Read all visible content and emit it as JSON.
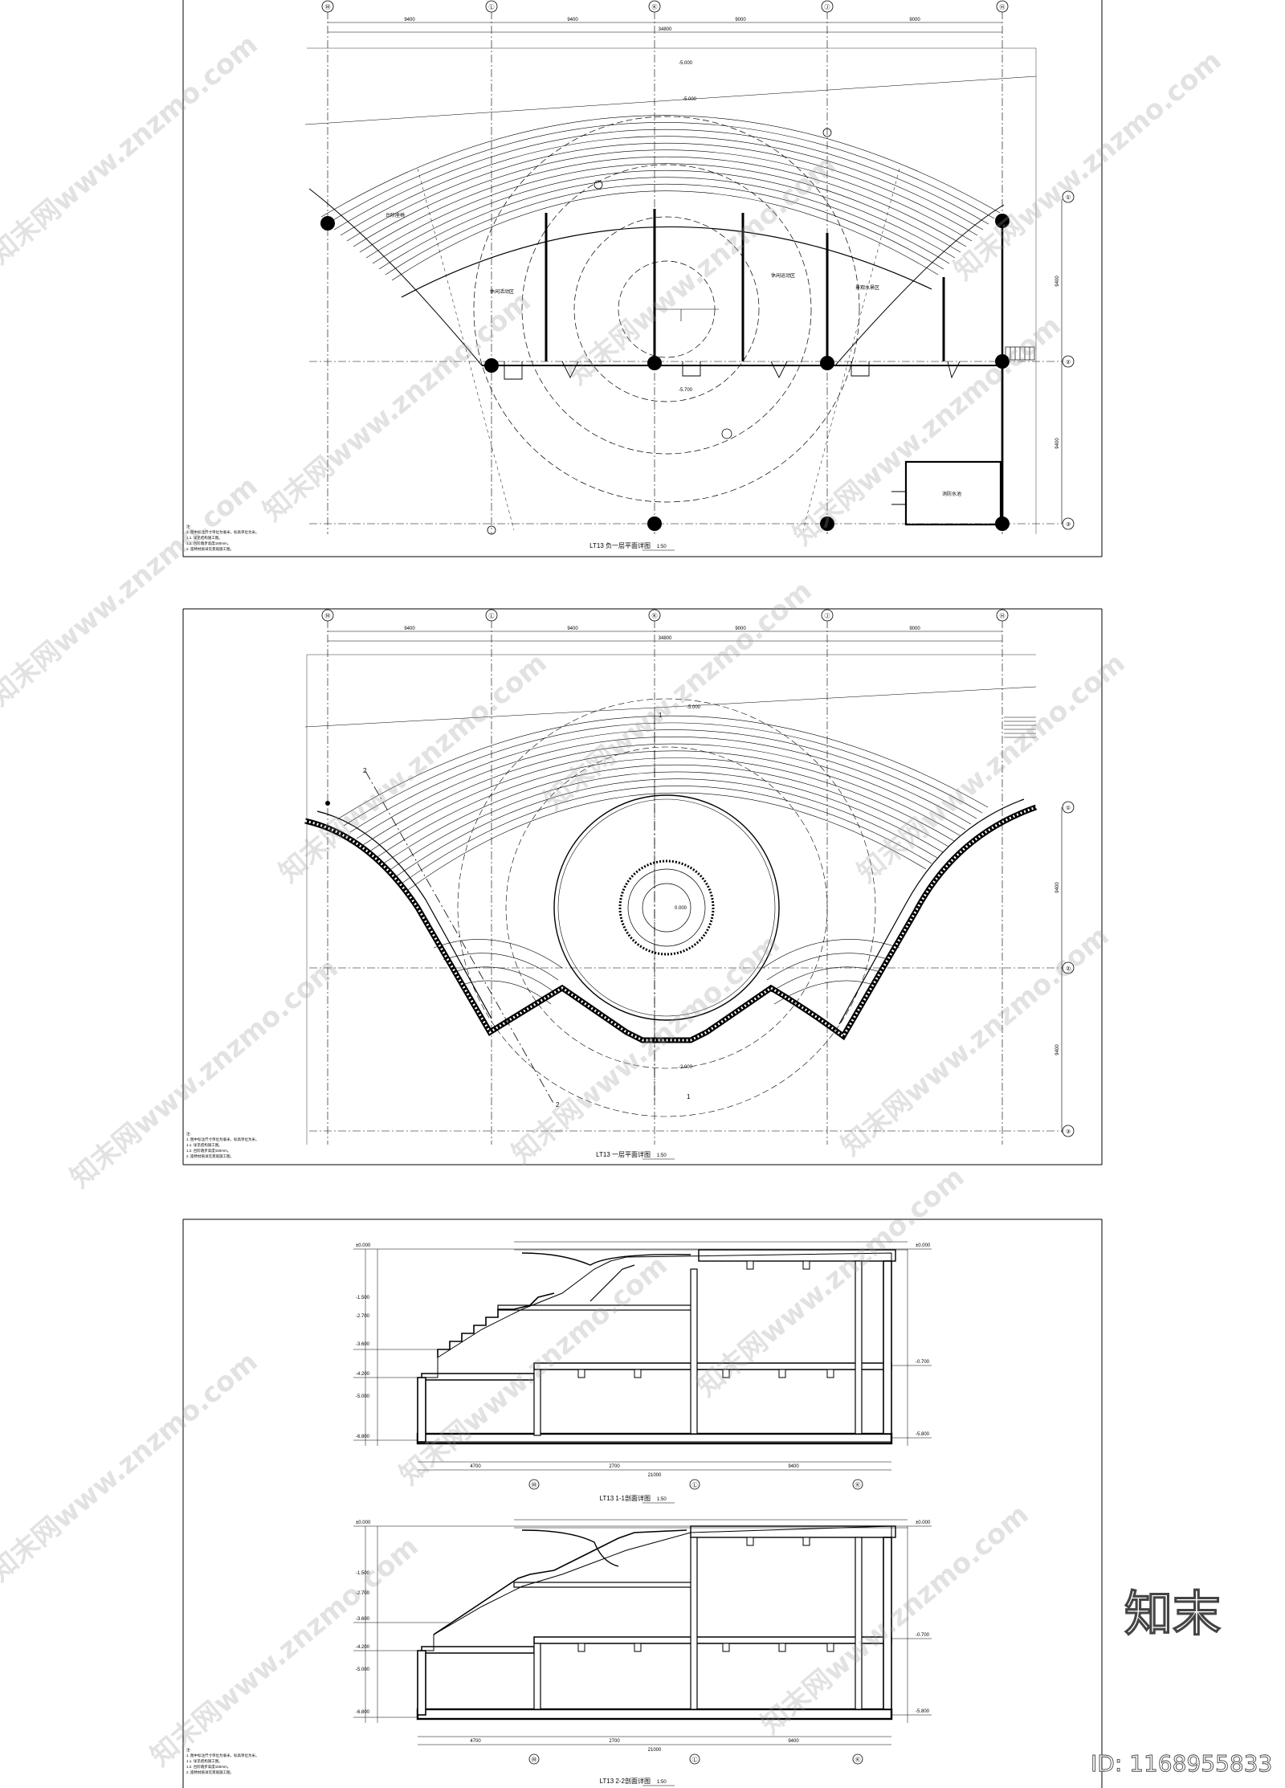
{
  "sheets": [
    {
      "title": "LT13 负一层平面详图",
      "scale": "1:50",
      "axes_top": [
        "Ⓜ",
        "Ⓛ",
        "Ⓚ",
        "Ⓙ",
        "Ⓗ"
      ],
      "axes_right": [
        "①",
        "②",
        "③"
      ],
      "dims_top": [
        "9400",
        "9400",
        "9000",
        "9000"
      ],
      "dim_total": "34800",
      "dims_right": [
        "9400",
        "9400"
      ],
      "levels": [
        "-5.000",
        "-5.000",
        "-5.700"
      ],
      "room_labels": [
        "台阶座椅",
        "休闲活动区",
        "休闲运动区",
        "景观水景区",
        "消防水池"
      ]
    },
    {
      "title": "LT13 一层平面详图",
      "scale": "1:50",
      "axes_top": [
        "Ⓜ",
        "Ⓛ",
        "Ⓚ",
        "Ⓙ",
        "Ⓗ"
      ],
      "axes_right": [
        "①",
        "②",
        "③"
      ],
      "dims_top": [
        "9400",
        "9400",
        "9000",
        "9000"
      ],
      "dim_total": "34800",
      "dims_right": [
        "9400",
        "9400"
      ],
      "levels": [
        "-5.000",
        "0.000",
        "-2.000"
      ],
      "section_marks": [
        "2",
        "2",
        "1",
        "1"
      ]
    },
    {
      "title": "LT13 1-1剖面详图",
      "scale": "1:50",
      "levels_left": [
        "±0.000",
        "-1.500",
        "-2.700",
        "-3.600",
        "-4.200",
        "-5.000",
        "-6.800"
      ],
      "levels_right": [
        "±0.000",
        "-0.700",
        "-5.800"
      ],
      "dims_bottom": [
        "4700",
        "2700",
        "9400"
      ],
      "dim_total": "21000",
      "axes_bottom": [
        "Ⓜ",
        "Ⓛ",
        "Ⓚ"
      ]
    },
    {
      "title": "LT13 2-2剖面详图",
      "scale": "1:50",
      "levels_left": [
        "±0.000",
        "-1.500",
        "-2.700",
        "-3.600",
        "-4.200",
        "-5.000",
        "-6.800"
      ],
      "levels_right": [
        "±0.000",
        "-0.700",
        "-5.800"
      ],
      "dims_bottom": [
        "4700",
        "2700",
        "9400"
      ],
      "dim_total": "21000",
      "axes_bottom": [
        "Ⓜ",
        "Ⓛ",
        "Ⓚ"
      ]
    }
  ],
  "notes": {
    "heading": "注:",
    "lines": [
      "1. 图中标注尺寸单位为毫米，标高单位为米。",
      "1.1. 详见结构施工图。",
      "1.2. 台阶踏步高度150mm。",
      "2. 座椅材质详见景观施工图。"
    ]
  },
  "watermark": {
    "text": "知末网www.znzmo.com",
    "brand": "知末",
    "id": "ID: 1168955833"
  }
}
